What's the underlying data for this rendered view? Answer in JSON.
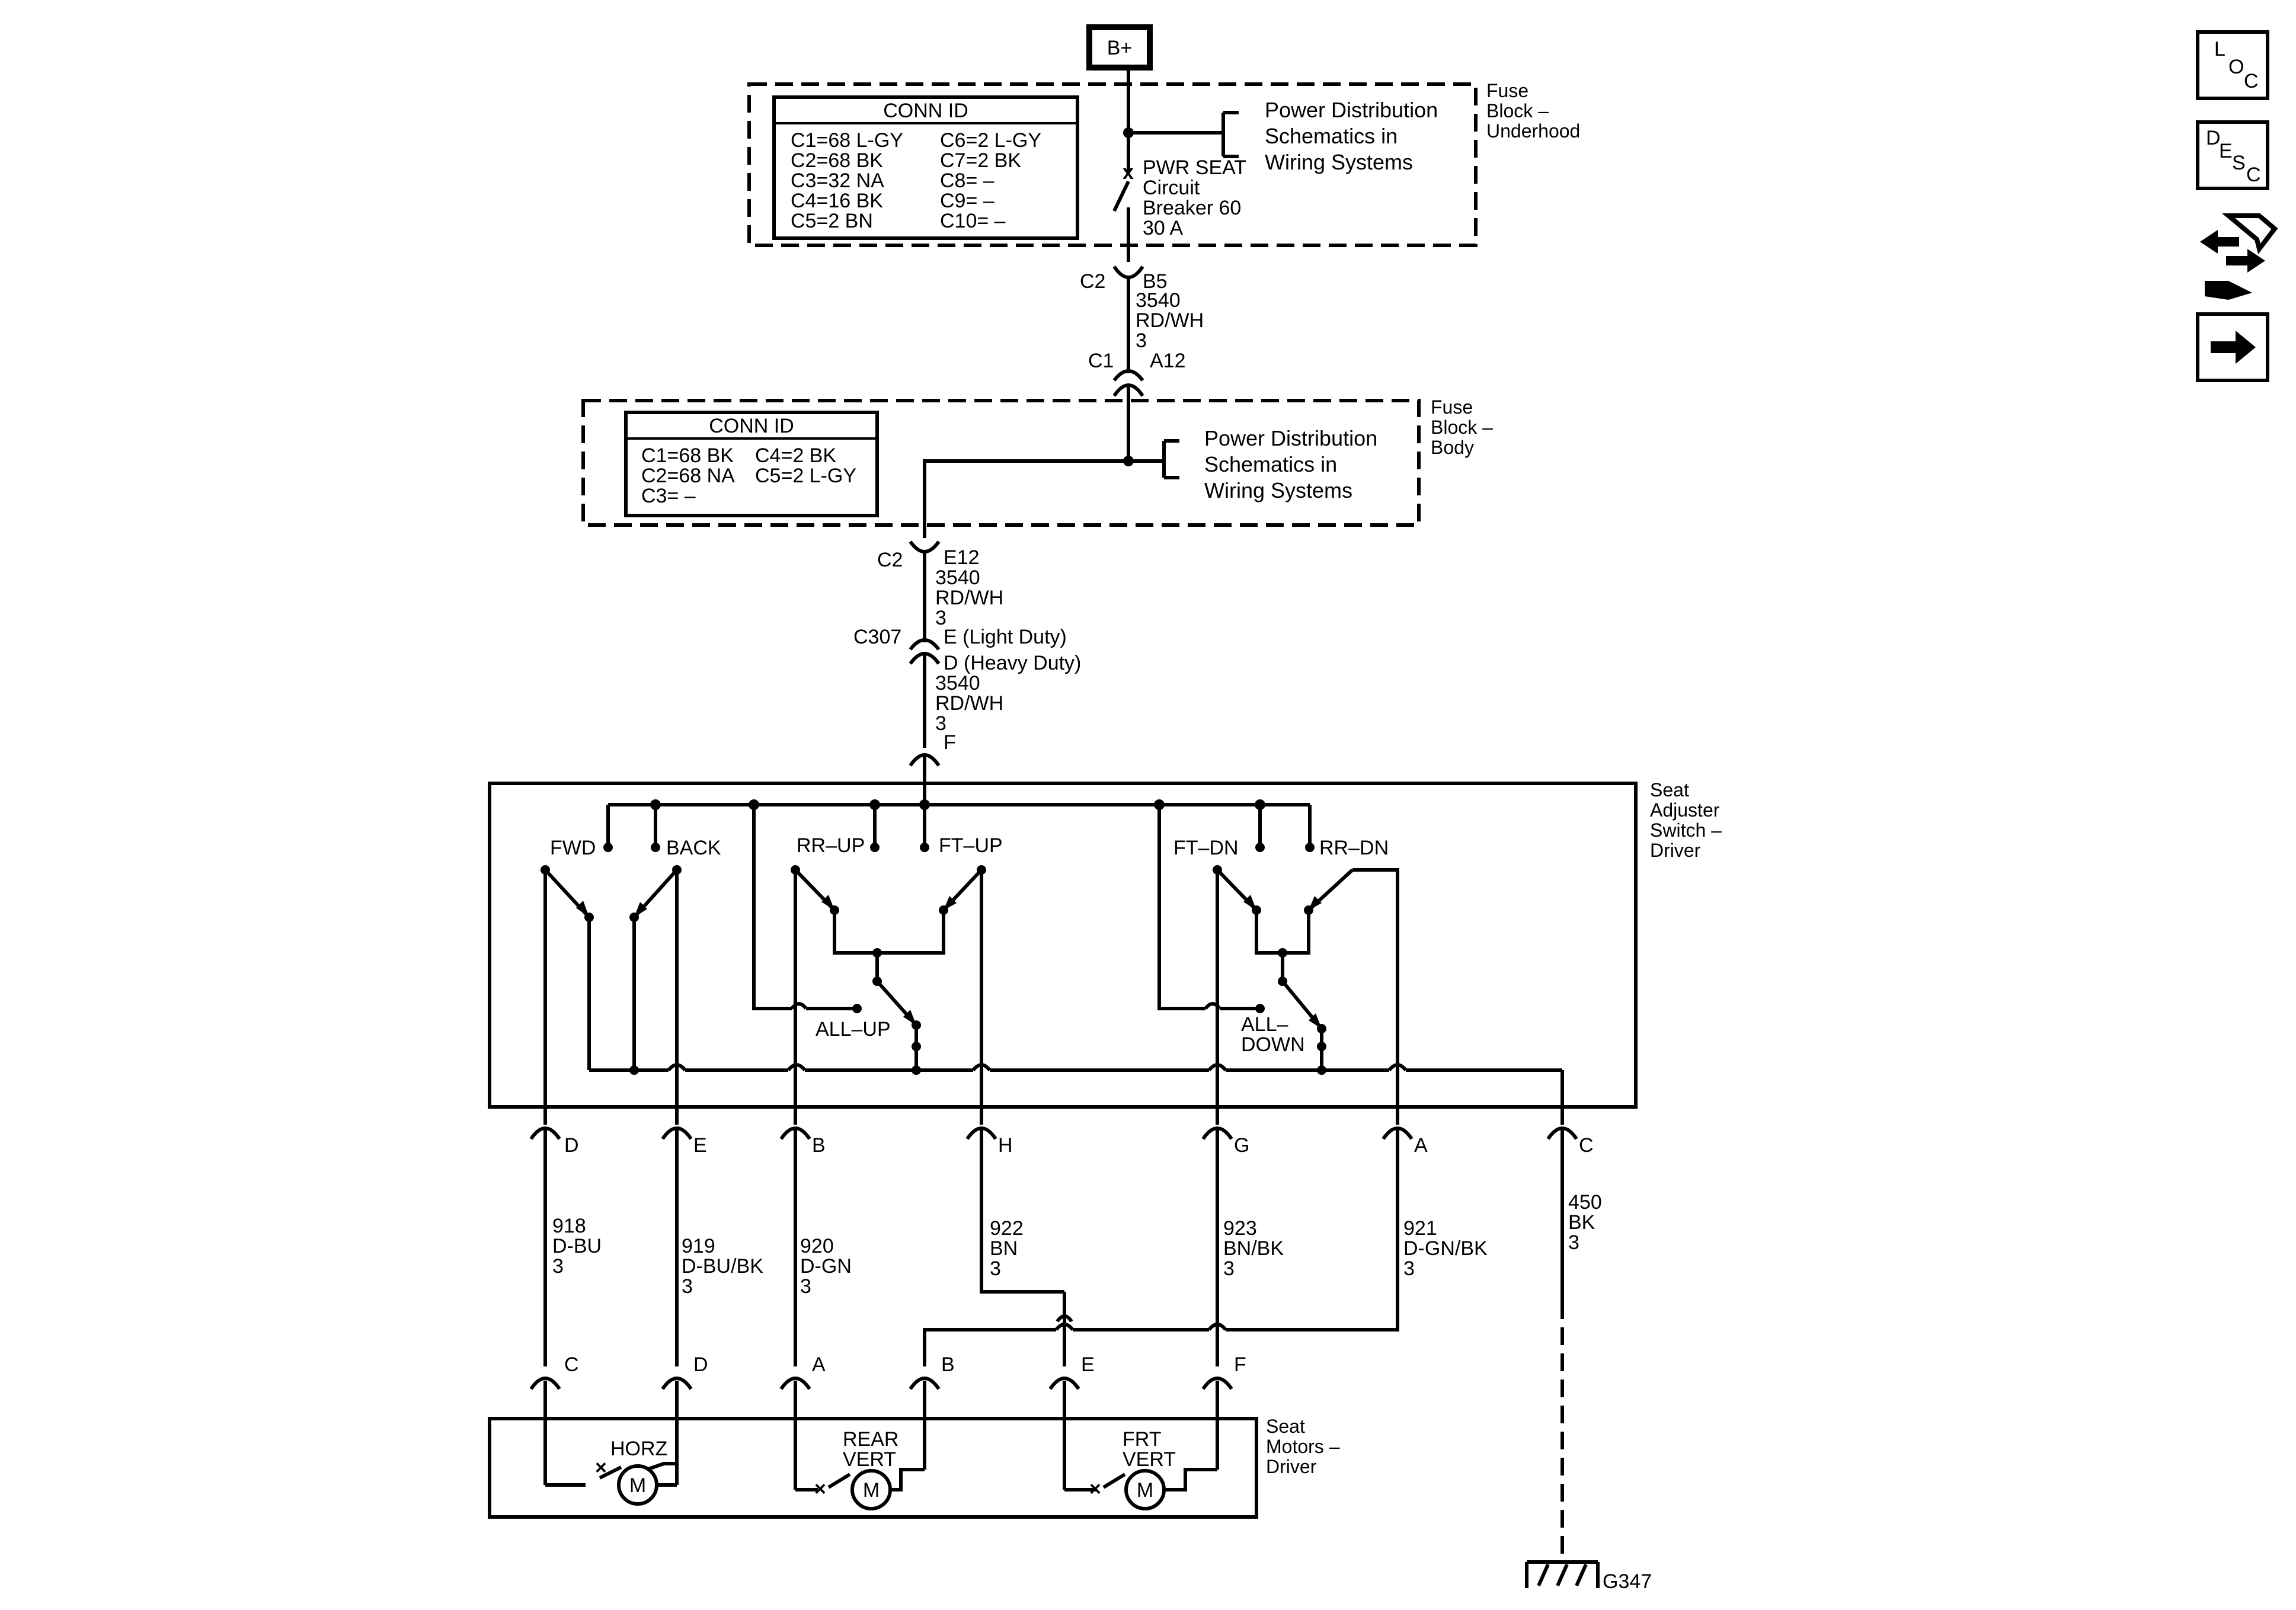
{
  "power": {
    "bplus": "B+"
  },
  "fuse_underhood": {
    "title": [
      "Fuse",
      "Block –",
      "Underhood"
    ],
    "conn_id_title": "CONN ID",
    "conn_left": [
      "C1=68 L-GY",
      "C2=68 BK",
      "C3=32 NA",
      "C4=16 BK",
      "C5=2 BN"
    ],
    "conn_right": [
      "C6=2 L-GY",
      "C7=2 BK",
      "C8= –",
      "C9= –",
      "C10= –"
    ],
    "pds": [
      "Power Distribution",
      "Schematics in",
      "Wiring Systems"
    ],
    "breaker": [
      "PWR SEAT",
      "Circuit",
      "Breaker 60",
      "30 A"
    ]
  },
  "wire_top": {
    "conn_c2": "C2",
    "pin_b5": "B5",
    "circuit": [
      "3540",
      "RD/WH",
      "3"
    ],
    "conn_c1": "C1",
    "pin_a12": "A12"
  },
  "fuse_body": {
    "title": [
      "Fuse",
      "Block –",
      "Body"
    ],
    "conn_id_title": "CONN ID",
    "conn_left": [
      "C1=68 BK",
      "C2=68 NA",
      "C3= –"
    ],
    "conn_right": [
      "C4=2 BK",
      "C5=2 L-GY"
    ],
    "pds": [
      "Power Distribution",
      "Schematics in",
      "Wiring Systems"
    ]
  },
  "wire_mid": {
    "conn_c2": "C2",
    "pin_e12": "E12",
    "circuit1": [
      "3540",
      "RD/WH",
      "3"
    ],
    "conn_c307": "C307",
    "pin_e": "E (Light Duty)",
    "pin_d": "D (Heavy Duty)",
    "circuit2": [
      "3540",
      "RD/WH",
      "3"
    ],
    "pin_f": "F"
  },
  "switch": {
    "title": [
      "Seat",
      "Adjuster",
      "Switch –",
      "Driver"
    ],
    "labels": {
      "fwd": "FWD",
      "back": "BACK",
      "rr_up": "RR–UP",
      "ft_up": "FT–UP",
      "ft_dn": "FT–DN",
      "rr_dn": "RR–DN",
      "all_up": "ALL–UP",
      "all_down": [
        "ALL–",
        "DOWN"
      ]
    },
    "pins": [
      "D",
      "E",
      "B",
      "H",
      "G",
      "A",
      "C"
    ]
  },
  "harness": {
    "w918": [
      "918",
      "D-BU",
      "3"
    ],
    "w919": [
      "919",
      "D-BU/BK",
      "3"
    ],
    "w920": [
      "920",
      "D-GN",
      "3"
    ],
    "w922": [
      "922",
      "BN",
      "3"
    ],
    "w923": [
      "923",
      "BN/BK",
      "3"
    ],
    "w921": [
      "921",
      "D-GN/BK",
      "3"
    ],
    "w450": [
      "450",
      "BK",
      "3"
    ]
  },
  "motors": {
    "title": [
      "Seat",
      "Motors –",
      "Driver"
    ],
    "pins": [
      "C",
      "D",
      "A",
      "B",
      "E",
      "F"
    ],
    "horz": "HORZ",
    "rear_vert": [
      "REAR",
      "VERT"
    ],
    "frt_vert": [
      "FRT",
      "VERT"
    ],
    "m": "M"
  },
  "ground": {
    "label": "G347"
  },
  "sidebar": {
    "loc": [
      "L",
      "O",
      "C"
    ],
    "desc": [
      "D",
      "E",
      "S",
      "C"
    ]
  }
}
